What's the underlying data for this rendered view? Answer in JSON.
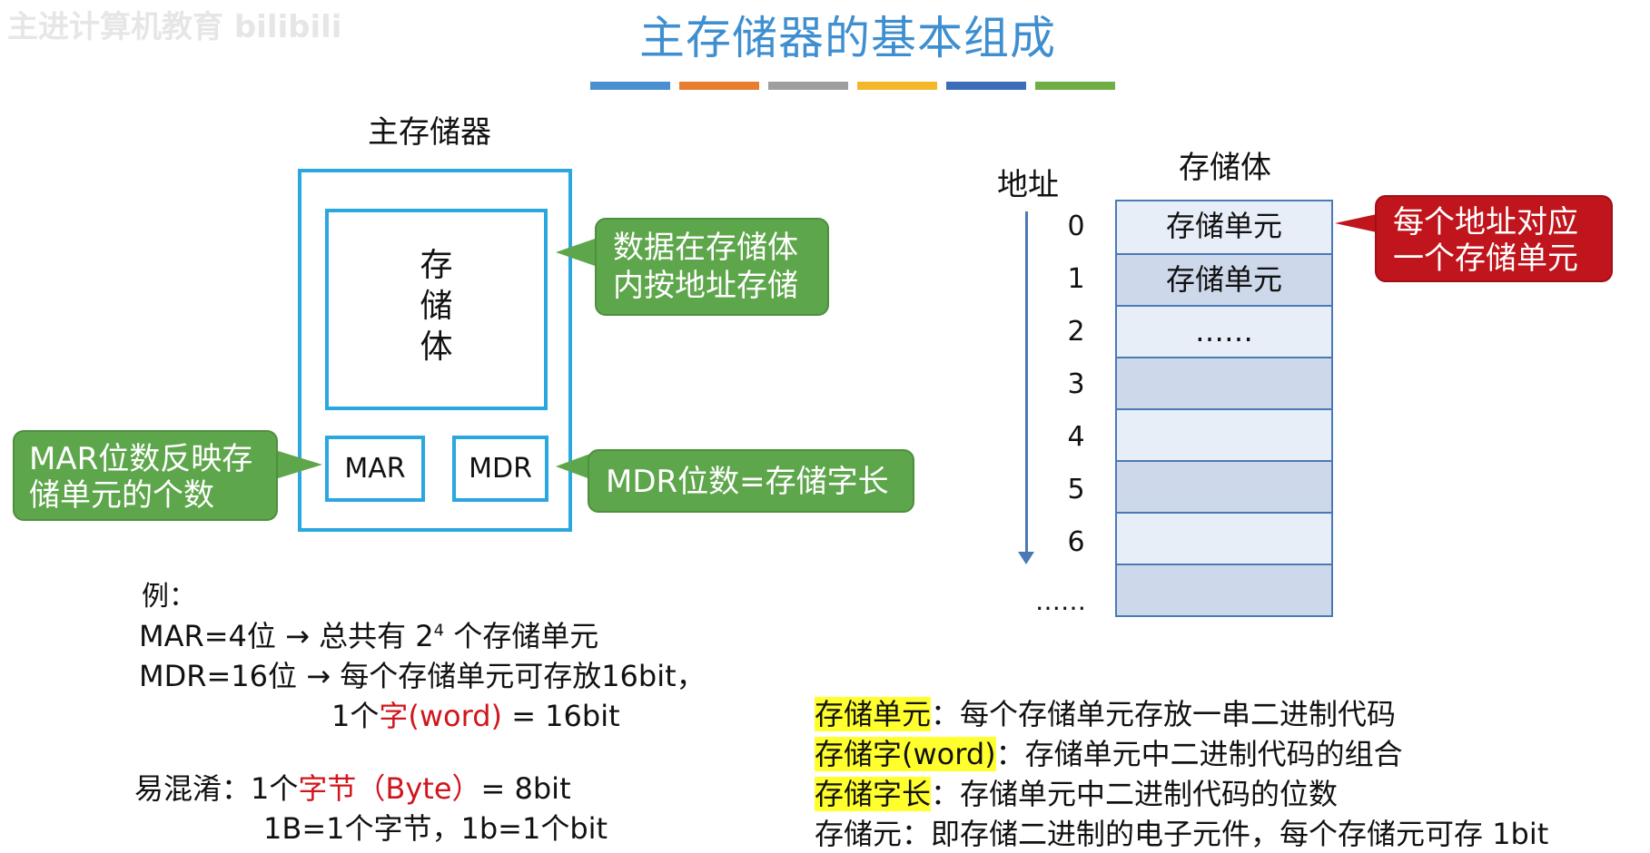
{
  "header": {
    "title": "主存储器的基本组成",
    "watermark": "主进计算机教育 bilibili",
    "bar_colors": [
      "#4a90d0",
      "#e87d2f",
      "#9e9e9e",
      "#f3b72a",
      "#3d6cb8",
      "#6fae45"
    ]
  },
  "memory_diagram": {
    "label": "主存储器",
    "storage_body": [
      "存",
      "储",
      "体"
    ],
    "mar": "MAR",
    "mdr": "MDR",
    "callout_storage": [
      "数据在存储体",
      "内按地址存储"
    ],
    "callout_mar": [
      "MAR位数反映存",
      "储单元的个数"
    ],
    "callout_mdr": "MDR位数=存储字长"
  },
  "storage_table": {
    "address_header": "地址",
    "storage_header": "存储体",
    "addresses": [
      "0",
      "1",
      "2",
      "3",
      "4",
      "5",
      "6"
    ],
    "address_more": "……",
    "cells": [
      "存储单元",
      "存储单元",
      "……",
      "",
      "",
      "",
      "",
      ""
    ],
    "cell_colors": [
      "#e8eef8",
      "#cdd8ea",
      "#e8eef8",
      "#cdd8ea",
      "#e8eef8",
      "#cdd8ea",
      "#e8eef8",
      "#cdd8ea"
    ],
    "callout": [
      "每个地址对应",
      "一个存储单元"
    ]
  },
  "example": {
    "heading": "例：",
    "line1_a": "MAR=4位 ",
    "line1_arrow": "→",
    "line1_b": " 总共有 2",
    "line1_sup": "4",
    "line1_c": " 个存储单元",
    "line2_a": "MDR=16位 ",
    "line2_arrow": "→",
    "line2_b": " 每个存储单元可存放16bit，",
    "line3_a": "1个",
    "line3_red": "字(word)",
    "line3_b": " = 16bit",
    "confuse_a": "易混淆：1个",
    "confuse_red": "字节（Byte）",
    "confuse_b": "= 8bit",
    "confuse_line2": "1B=1个字节，1b=1个bit"
  },
  "definitions": [
    {
      "term": "存储单元",
      "text": "：每个存储单元存放一串二进制代码"
    },
    {
      "term": "存储字(word)",
      "text": "：存储单元中二进制代码的组合"
    },
    {
      "term": "存储字长",
      "text": "：存储单元中二进制代码的位数"
    },
    {
      "term": "存储元",
      "text": "：即存储二进制的电子元件，每个存储元可存 1bit"
    }
  ]
}
